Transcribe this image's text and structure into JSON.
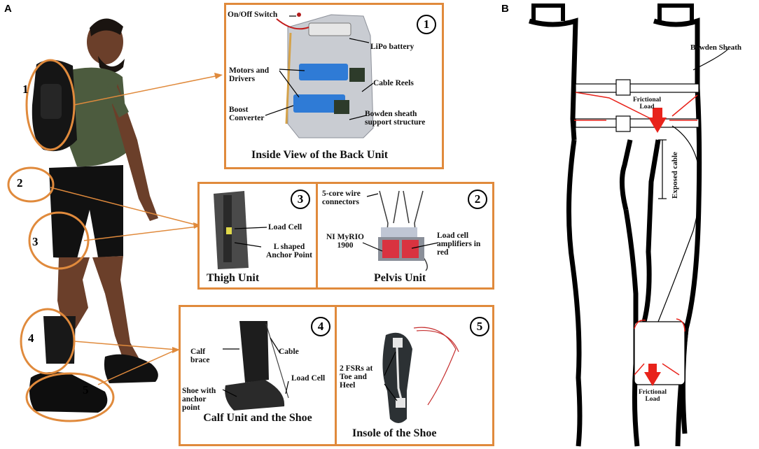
{
  "panel_a": {
    "letter": "A",
    "person_markers": [
      "1",
      "2",
      "3",
      "4",
      "5"
    ],
    "back_unit": {
      "number": "1",
      "caption": "Inside View of the Back Unit",
      "labels": {
        "switch": "On/Off Switch",
        "battery": "LiPo battery",
        "motors": "Motors and Drivers",
        "reels": "Cable Reels",
        "boost": "Boost Converter",
        "bowden_support": "Bowden sheath support structure"
      }
    },
    "thigh_unit": {
      "number": "3",
      "caption": "Thigh Unit",
      "labels": {
        "load_cell": "Load Cell",
        "anchor": "L shaped Anchor Point"
      }
    },
    "pelvis_unit": {
      "number": "2",
      "caption": "Pelvis Unit",
      "labels": {
        "connectors": "5-core wire connectors",
        "myrio": "NI MyRIO 1900",
        "amplifiers": "Load cell amplifiers in red"
      }
    },
    "calf_unit": {
      "number": "4",
      "caption": "Calf Unit and the Shoe",
      "labels": {
        "brace": "Calf brace",
        "cable": "Cable",
        "load_cell": "Load Cell",
        "shoe": "Shoe with anchor point"
      }
    },
    "insole": {
      "number": "5",
      "caption": "Insole of the Shoe",
      "labels": {
        "fsr": "2 FSRs at Toe and Heel"
      }
    }
  },
  "panel_b": {
    "letter": "B",
    "labels": {
      "bowden": "Bowden Sheath",
      "frictional_top": "Frictional Load",
      "exposed": "Exposed cable",
      "frictional_bottom": "Frictional Load"
    }
  },
  "colors": {
    "accent": "#e08a3c",
    "arrow_red": "#e8231b",
    "battery_blue": "#2f7bd6",
    "amp_red": "#d93340"
  }
}
